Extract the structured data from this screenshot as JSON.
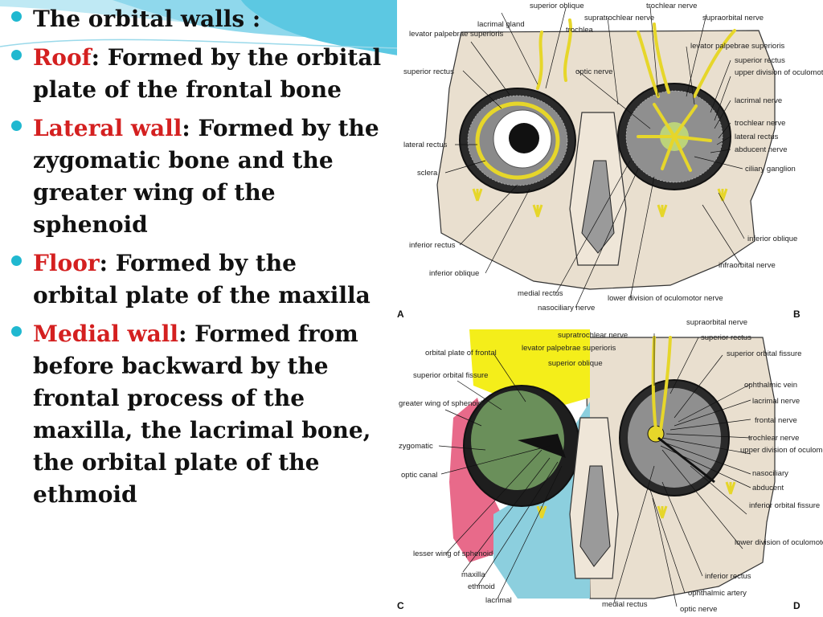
{
  "slide": {
    "bullets": [
      {
        "term": "",
        "text": "The orbital walls :"
      },
      {
        "term": "Roof",
        "text": ": Formed by the orbital plate of the frontal bone"
      },
      {
        "term": "Lateral wall",
        "text": ": Formed by the zygomatic bone and the greater wing of the sphenoid"
      },
      {
        "term": "Floor",
        "text": ": Formed by the orbital plate of the maxilla"
      },
      {
        "term": "Medial wall",
        "text": ": Formed from before backward by the frontal process of the maxilla, the lacrimal bone, the orbital plate of the ethmoid"
      }
    ],
    "colors": {
      "bullet": "#20b8d0",
      "term": "#d42020",
      "text": "#111111",
      "wave": "#7fd3e8"
    }
  },
  "figure": {
    "panels": [
      "A",
      "B",
      "C",
      "D"
    ],
    "top_labels": {
      "superior_oblique": "superior oblique",
      "lacrimal_gland": "lacrimal gland",
      "supratrochlear_nerve": "supratrochlear nerve",
      "trochlear_nerve": "trochlear nerve",
      "trochlea": "trochlea",
      "supraorbital_nerve": "supraorbital nerve",
      "levator_palpebrae_superioris_a": "levator palpebrae superioris",
      "levator_palpebrae_superioris_b": "levator palpebrae superioris",
      "superior_rectus_a": "superior rectus",
      "optic_nerve": "optic nerve",
      "superior_rectus_b": "superior rectus",
      "upper_division_oculomotor": "upper division of oculomotor nerve",
      "lacrimal_nerve": "lacrimal nerve",
      "trochlear_nerve_b": "trochlear nerve",
      "lateral_rectus_b": "lateral rectus",
      "abducent_nerve": "abducent nerve",
      "ciliary_ganglion": "ciliary ganglion",
      "lateral_rectus_a": "lateral rectus",
      "sclera": "sclera",
      "inferior_oblique_b": "inferior oblique",
      "inferior_rectus_a": "inferior rectus",
      "infraorbital_nerve": "infraorbital nerve",
      "inferior_oblique_a": "inferior oblique",
      "medial_rectus": "medial rectus",
      "nasociliary_nerve": "nasociliary nerve",
      "lower_division_oculomotor": "lower division of oculomotor nerve"
    },
    "bottom_labels": {
      "supraorbital_nerve": "supraorbital nerve",
      "supratrochlear_nerve": "supratrochlear nerve",
      "superior_rectus": "superior rectus",
      "orbital_plate_frontal": "orbital plate of frontal",
      "levator_palpebrae_superioris": "levator palpebrae superioris",
      "superior_orbital_fissure_c": "superior orbital fissure",
      "superior_oblique": "superior oblique",
      "superior_orbital_fissure_d": "superior orbital fissure",
      "ophthalmic_vein": "ophthalmic vein",
      "greater_wing_sphenoid": "greater wing of sphenoid",
      "lacrimal_nerve": "lacrimal nerve",
      "frontal_nerve": "frontal nerve",
      "zygomatic": "zygomatic",
      "trochlear_nerve": "trochlear nerve",
      "upper_division_oculomotor": "upper division of oculomotor nerve",
      "optic_canal": "optic canal",
      "nasociliary": "nasociliary",
      "abducent": "abducent",
      "inferior_orbital_fissure": "inferior orbital fissure",
      "lesser_wing_sphenoid": "lesser wing of sphenoid",
      "lower_division_oculomotor": "lower division of oculomotor nerve",
      "maxilla": "maxilla",
      "ethmoid": "ethmoid",
      "inferior_rectus": "inferior rectus",
      "lacrimal": "lacrimal",
      "medial_rectus": "medial rectus",
      "ophthalmic_artery": "ophthalmic artery",
      "optic_nerve": "optic nerve"
    }
  }
}
